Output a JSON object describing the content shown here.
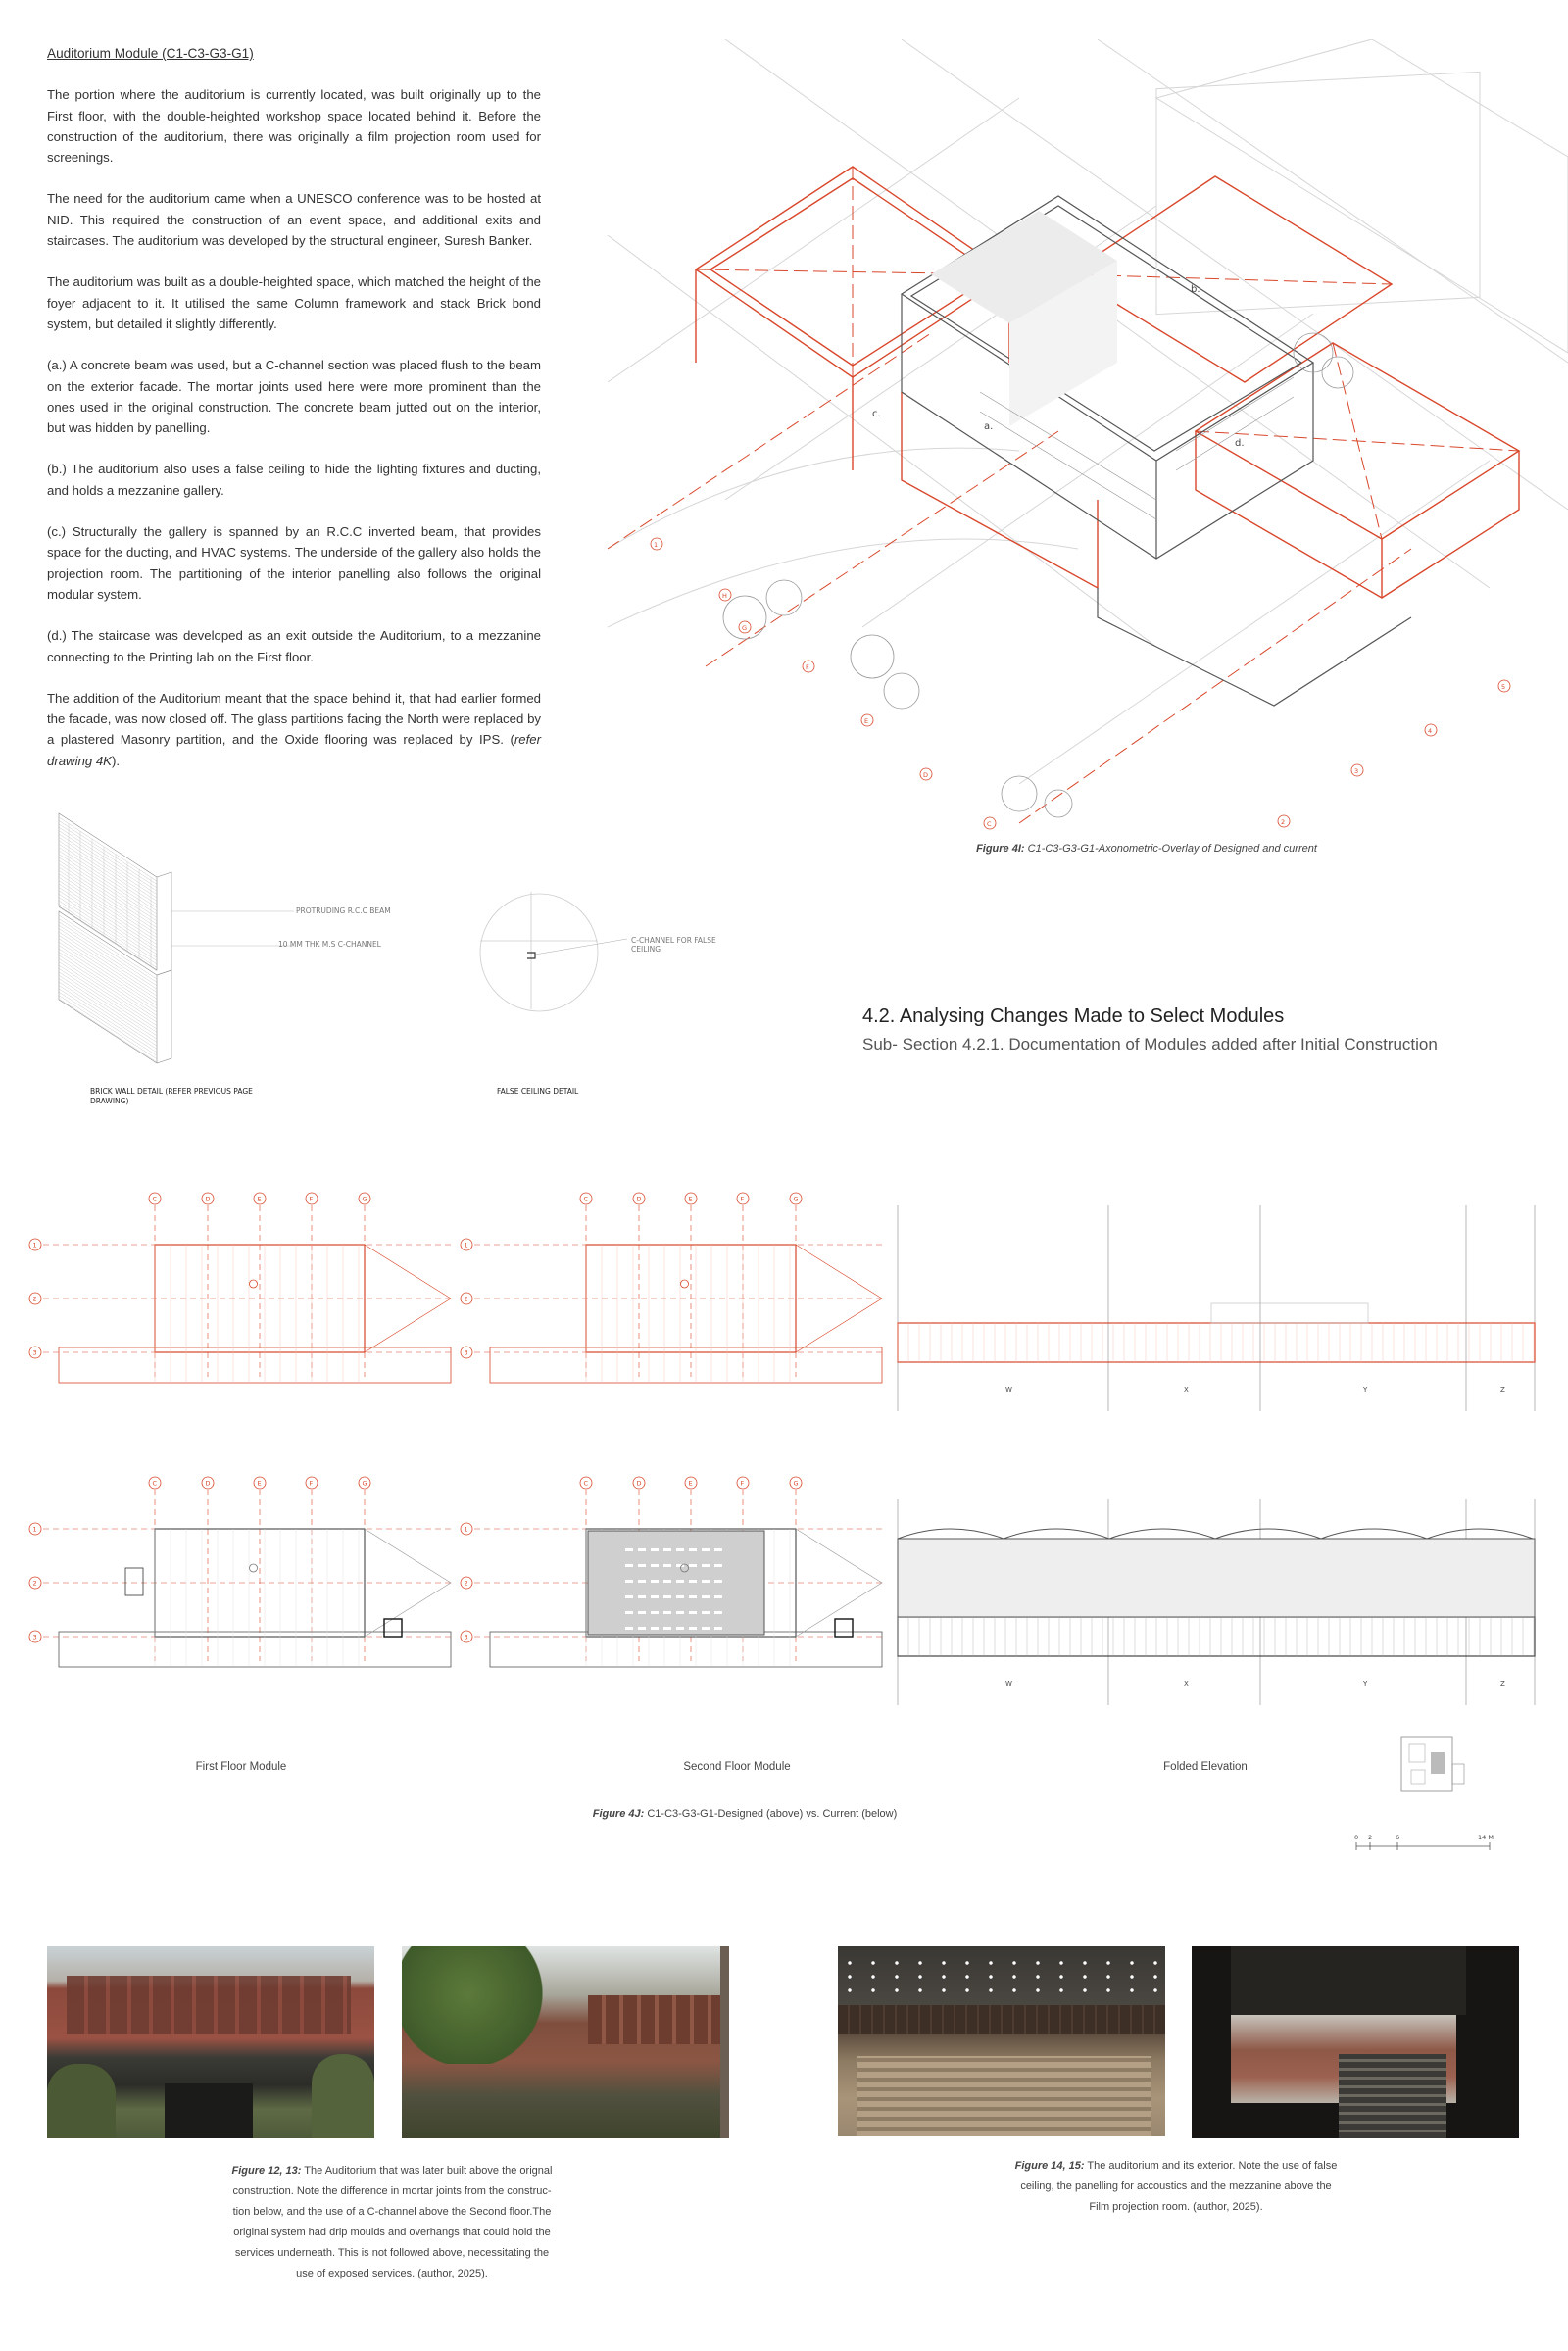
{
  "intro": {
    "heading": "Auditorium Module (C1-C3-G3-G1)",
    "p1": "The portion where the auditorium is currently located, was built originally up to the First floor, with the double-heighted workshop space located behind it. Before the construction of the auditorium, there was originally a film projection room used for screenings.",
    "p2": "The need for the auditorium came when a UNESCO conference was to be hosted at NID. This required the construction of an event space, and additional exits and staircases. The auditorium was developed by the structural engineer, Suresh Banker.",
    "p3": "The auditorium was built as a double-heighted space, which matched the height of the foyer adjacent to it. It utilised the same Column framework and stack Brick bond system, but detailed it slightly differently.",
    "list": [
      "(a.)  A concrete beam was used, but a C-channel section was placed flush to the beam on the exterior facade.  The mortar joints used here were more prominent than the ones used in the original construction. The concrete beam jutted out on the interior, but was hidden by panelling.",
      "(b.) The auditorium also uses a false ceiling to hide the lighting fixtures and ducting, and holds a mezzanine gallery.",
      "(c.) Structurally the gallery is spanned by an R.C.C inverted beam, that provides space for the ducting, and HVAC systems. The underside of the gallery also holds the projection room. The partitioning of the interior panelling also follows the original modular system.",
      "(d.) The staircase was developed as an exit outside the Auditorium, to a mezzanine connecting to the Printing lab on the First floor."
    ],
    "p4_main": "The addition of the Auditorium meant that the space behind it, that had earlier formed the facade, was now closed off. The glass partitions facing the North were replaced by a plastered Masonry partition, and the Oxide flooring was replaced by IPS. (",
    "p4_ref": "refer drawing 4K",
    "p4_end": ")."
  },
  "details": {
    "label_beam": "PROTRUDING R.C.C BEAM",
    "label_channel": "10 MM THK M.S C-CHANNEL",
    "label_false": "C-CHANNEL FOR FALSE CEILING",
    "caption_brick": "BRICK WALL DETAIL (REFER PREVIOUS PAGE DRAWING)",
    "caption_ceiling": "FALSE CEILING DETAIL"
  },
  "axo": {
    "caption_fig": "Figure 4I:",
    "caption_text": " C1-C3-G3-G1-Axonometric-Overlay of Designed and current",
    "labels": [
      "a.",
      "b.",
      "c.",
      "d."
    ],
    "grid_letters": [
      "H",
      "G",
      "F",
      "E",
      "D",
      "C"
    ],
    "grid_numbers": [
      "1",
      "2",
      "3",
      "4",
      "5"
    ]
  },
  "section": {
    "title": "4.2. Analysing Changes Made to Select Modules",
    "subtitle": "Sub- Section 4.2.1. Documentation of Modules added after Initial Construction"
  },
  "plans": {
    "col_letters": [
      "C",
      "D",
      "E",
      "F",
      "G"
    ],
    "row_numbers": [
      "1",
      "2",
      "3"
    ],
    "elev_letters": [
      "W",
      "X",
      "Y",
      "Z"
    ],
    "label_first": "First Floor Module",
    "label_second": "Second Floor Module",
    "label_elev": "Folded Elevation",
    "caption_fig": "Figure 4J:",
    "caption_text": " C1-C3-G3-G1-Designed (above) vs. Current (below)",
    "scale": [
      "0",
      "2",
      "6",
      "14 M"
    ]
  },
  "photos": {
    "cap1_fig": "Figure 12, 13:",
    "cap1_lines": [
      "  The Auditorium that was later built above the orignal",
      "construction. Note the difference in mortar joints from the construc-",
      "tion below, and the use of a C-channel above the Second floor.The",
      "original system had drip moulds and overhangs that could hold the",
      "services underneath. This is not followed above, necessitating the",
      "use of exposed services. (author, 2025)."
    ],
    "cap2_fig": "Figure 14, 15:",
    "cap2_lines": [
      "  The auditorium and its exterior. Note the use of false",
      "ceiling, the panelling for accoustics and the mezzanine above the",
      "Film projection room. (author,  2025)."
    ]
  },
  "colors": {
    "accent": "#d9472b",
    "ink": "#333333",
    "grid": "#c8c8c8"
  }
}
